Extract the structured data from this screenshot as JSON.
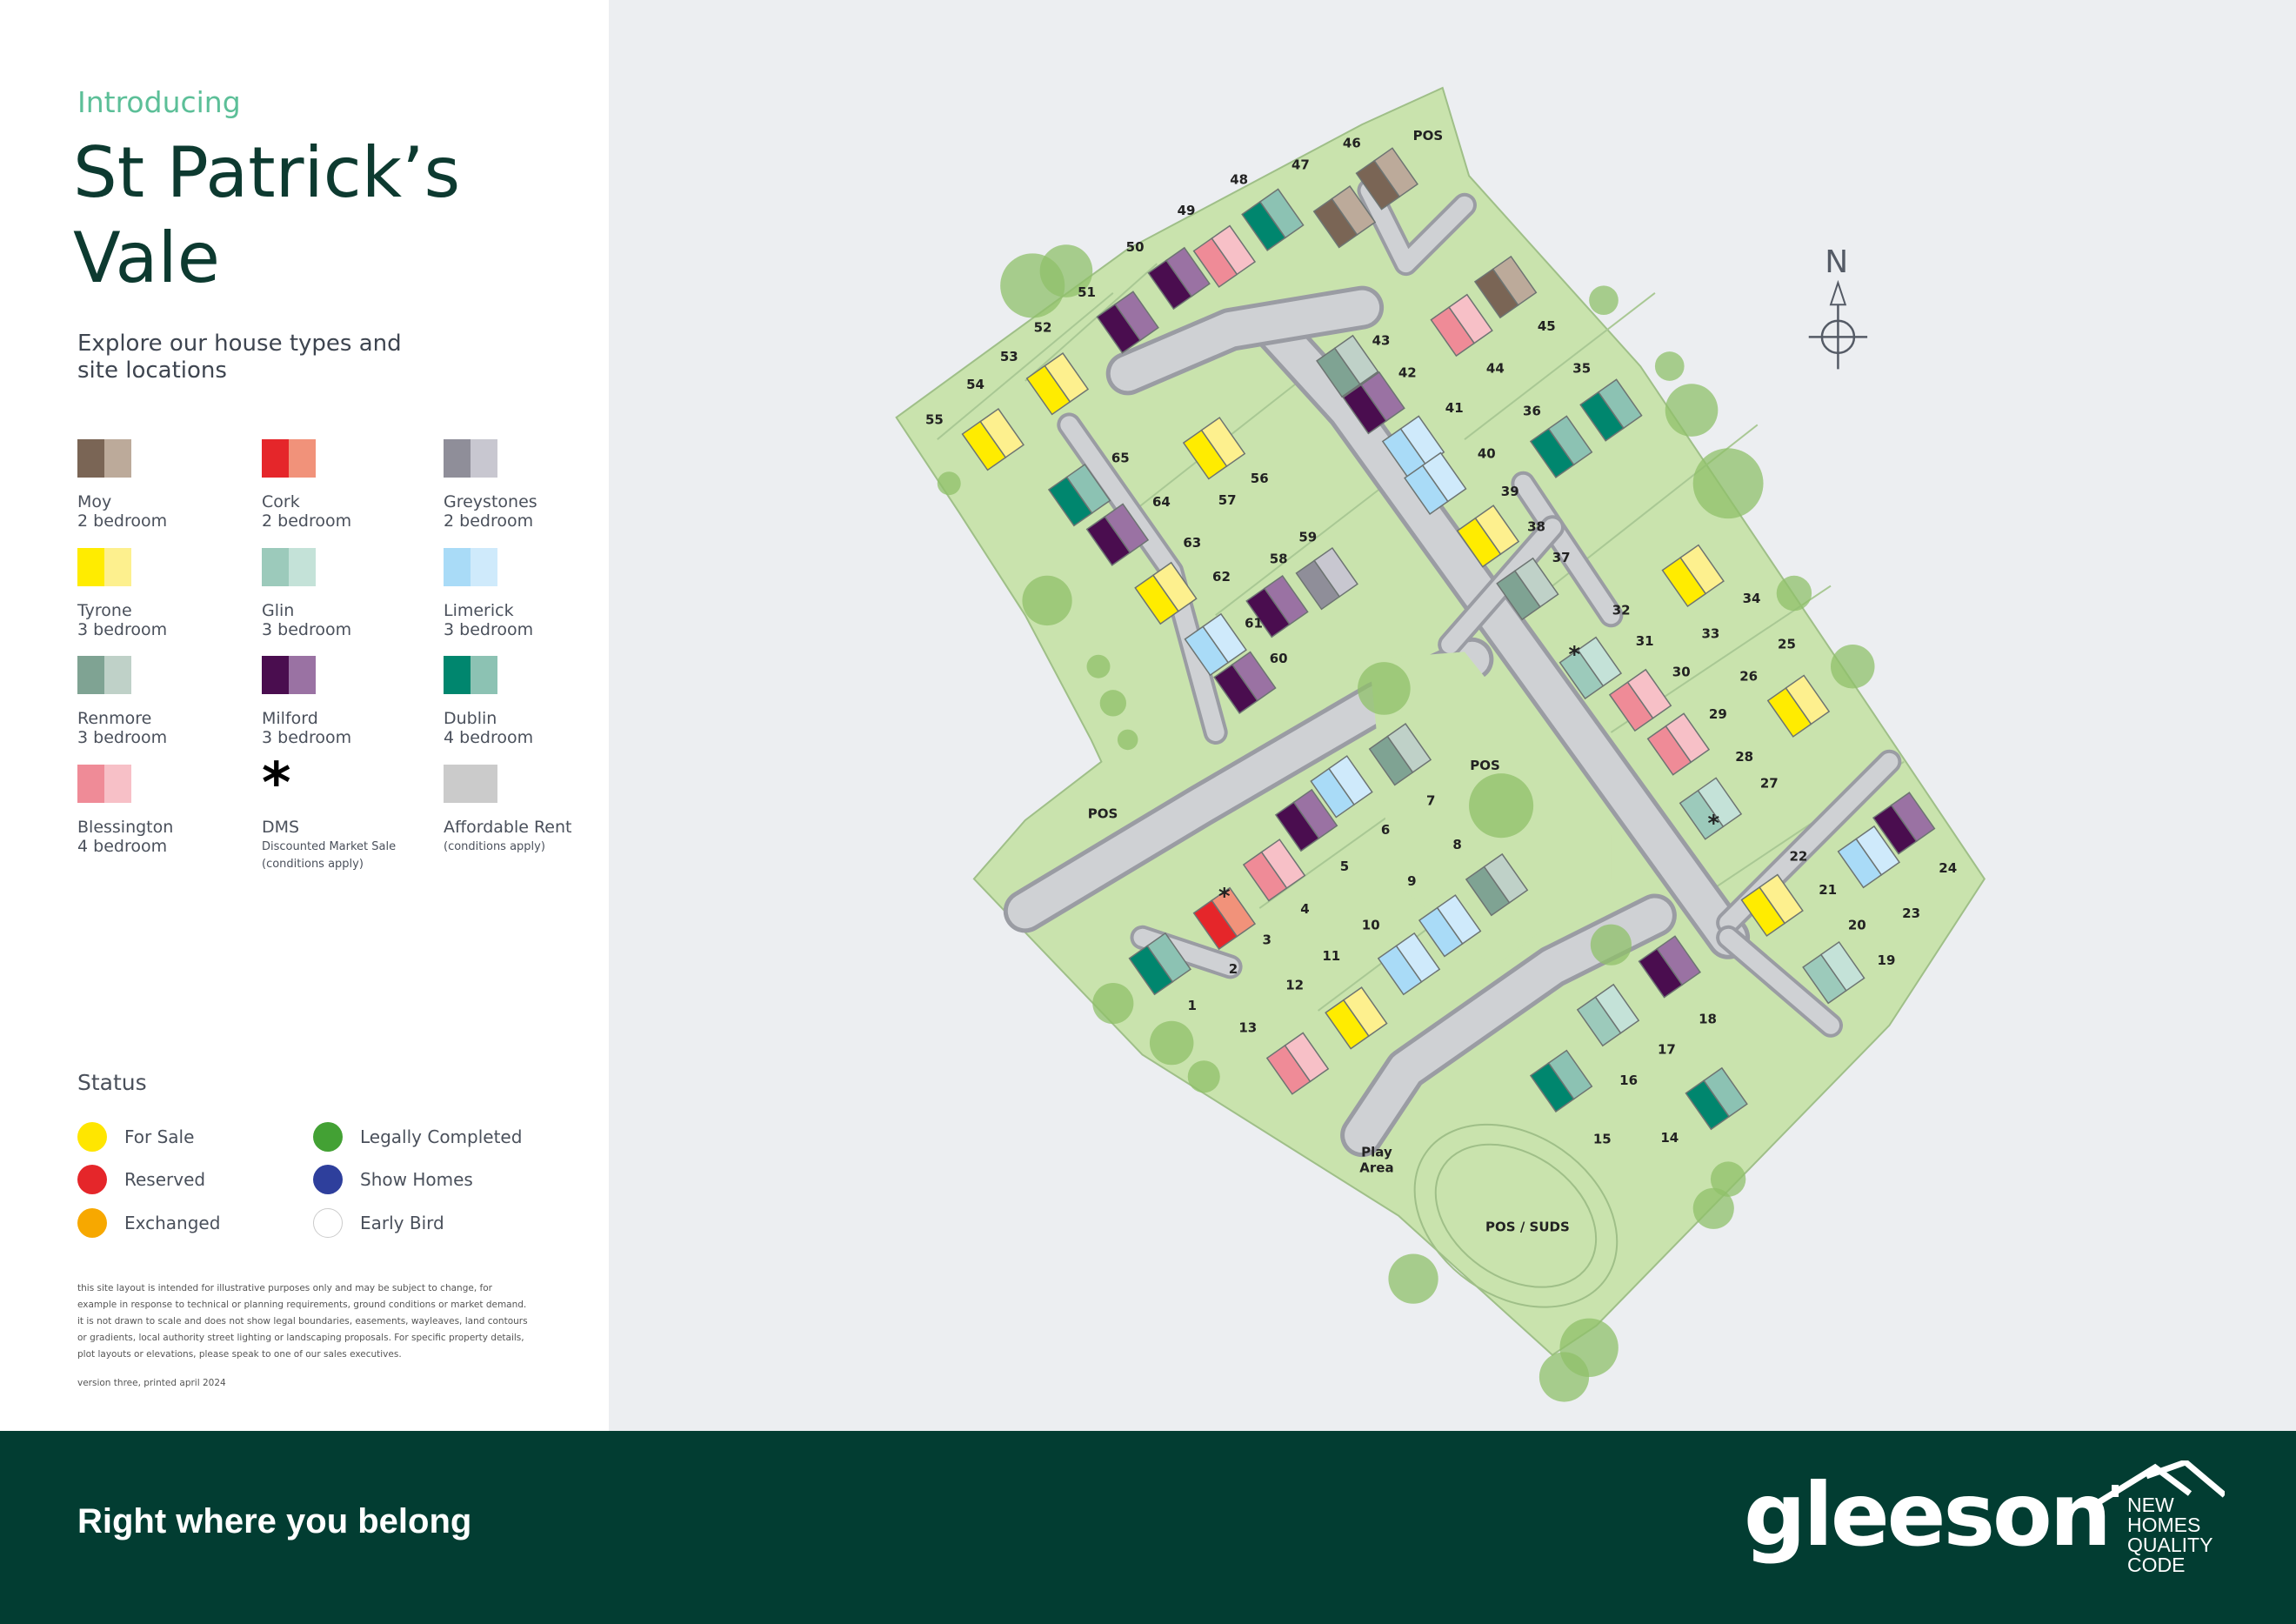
{
  "header": {
    "intro": "Introducing",
    "title_line1": "St Patrick’s",
    "title_line2": "Vale",
    "subtitle": "Explore our house types and site locations"
  },
  "house_types": [
    {
      "name": "Moy",
      "detail": "2 bedroom",
      "colors": [
        "#7a6555",
        "#bcaa9a"
      ]
    },
    {
      "name": "Cork",
      "detail": "2 bedroom",
      "colors": [
        "#e5262a",
        "#f1927a"
      ]
    },
    {
      "name": "Greystones",
      "detail": "2 bedroom",
      "colors": [
        "#8f8e99",
        "#c8c7d0"
      ]
    },
    {
      "name": "Tyrone",
      "detail": "3 bedroom",
      "colors": [
        "#ffec00",
        "#fdf08e"
      ]
    },
    {
      "name": "Glin",
      "detail": "3 bedroom",
      "colors": [
        "#9ccabb",
        "#c4e2d8"
      ]
    },
    {
      "name": "Limerick",
      "detail": "3 bedroom",
      "colors": [
        "#a9dbf7",
        "#cfeafb"
      ]
    },
    {
      "name": "Renmore",
      "detail": "3 bedroom",
      "colors": [
        "#7fa393",
        "#bfd1c8"
      ]
    },
    {
      "name": "Milford",
      "detail": "3 bedroom",
      "colors": [
        "#4a0d4f",
        "#9a72a3"
      ]
    },
    {
      "name": "Dublin",
      "detail": "4 bedroom",
      "colors": [
        "#00866e",
        "#8cc2b3"
      ]
    },
    {
      "name": "Blessington",
      "detail": "4 bedroom",
      "colors": [
        "#ef8b97",
        "#f7c0c7"
      ]
    },
    {
      "name": "DMS",
      "detail": "Discounted Market Sale (conditions apply)",
      "colors": []
    },
    {
      "name": "Affordable Rent",
      "detail": "(conditions apply)",
      "colors": [
        "#cbcbcb",
        "#cbcbcb"
      ]
    }
  ],
  "status": {
    "title": "Status",
    "items": [
      {
        "label": "For Sale",
        "color": "#ffe600"
      },
      {
        "label": "Reserved",
        "color": "#e5262a"
      },
      {
        "label": "Exchanged",
        "color": "#f7a800"
      },
      {
        "label": "Legally Completed",
        "color": "#43a134"
      },
      {
        "label": "Show Homes",
        "color": "#2e3f9c"
      },
      {
        "label": "Early Bird",
        "color": "#ffffff"
      }
    ]
  },
  "disclaimer": "this site layout is intended for illustrative purposes only and may be subject to change, for example in response to technical or planning requirements, ground conditions or market demand. it is not drawn to scale and does not show legal boundaries, easements, wayleaves, land contours or gradients, local authority street lighting or landscaping proposals. For specific property details, plot layouts or elevations, please speak to one of our sales executives.",
  "version": "version three, printed april 2024",
  "map": {
    "north": "N",
    "plots": [
      "1",
      "2",
      "3",
      "4",
      "5",
      "6",
      "7",
      "8",
      "9",
      "10",
      "11",
      "12",
      "13",
      "14",
      "15",
      "16",
      "17",
      "18",
      "19",
      "20",
      "21",
      "22",
      "23",
      "24",
      "25",
      "26",
      "27",
      "28",
      "29",
      "30",
      "31",
      "32",
      "33",
      "34",
      "35",
      "36",
      "37",
      "38",
      "39",
      "40",
      "41",
      "42",
      "43",
      "44",
      "45",
      "46",
      "47",
      "48",
      "49",
      "50",
      "51",
      "52",
      "53",
      "54",
      "55",
      "56",
      "57",
      "58",
      "59",
      "60",
      "61",
      "62",
      "63",
      "64",
      "65"
    ],
    "areas": [
      "POS",
      "POS",
      "POS",
      "Play Area",
      "POS / SUDS"
    ]
  },
  "footer": {
    "tagline": "Right where you belong",
    "brand": "gleeson",
    "badge_lines": [
      "NEW",
      "HOMES",
      "QUALITY",
      "CODE"
    ]
  }
}
